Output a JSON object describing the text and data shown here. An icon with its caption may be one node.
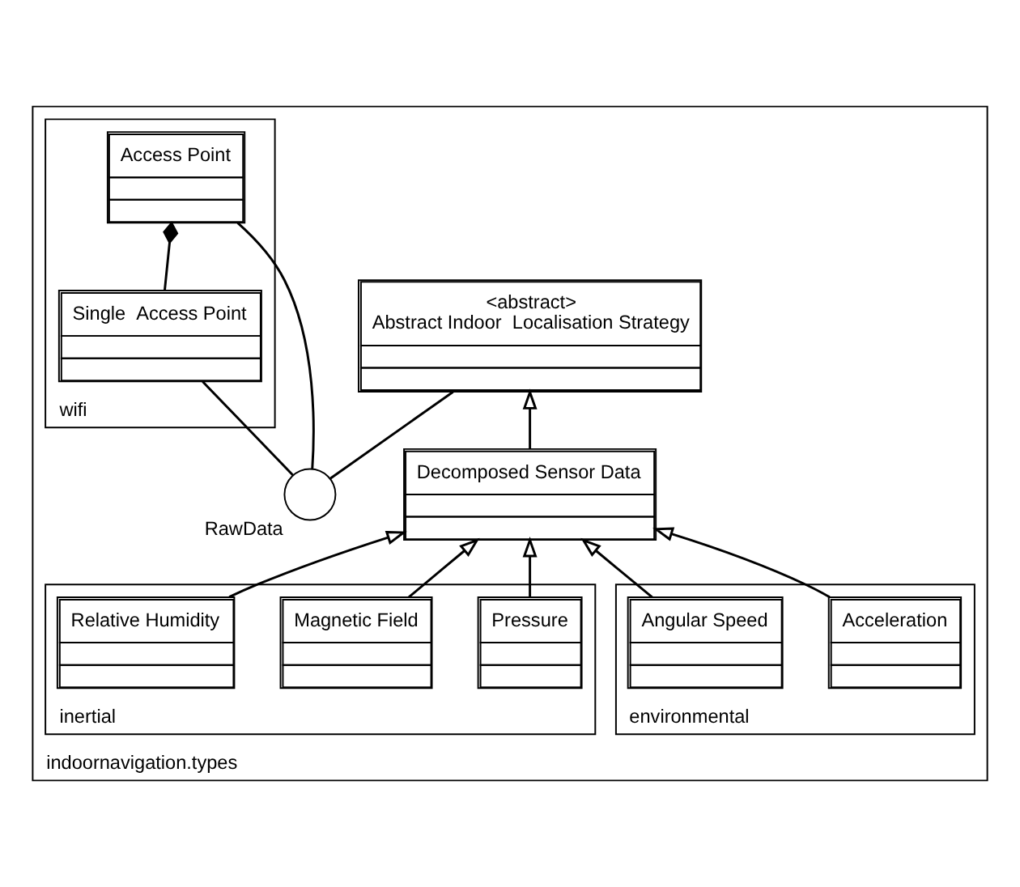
{
  "diagram": {
    "nodes": [
      {
        "text": [
          "indoornavigation.types"
        ]
      },
      {
        "text": [
          "RawData"
        ],
        "in": 0
      },
      {
        "text": [
          "wifi"
        ],
        "in": 0
      },
      {
        "text": [
          "Single  Access Point"
        ],
        "in": 2
      },
      {
        "text": [
          "Access Point"
        ],
        "in": 2
      },
      {
        "text": [
          "<abstract>",
          "Abstract Indoor  Localisation Strategy"
        ],
        "in": 0
      },
      {
        "text": [
          "environmental"
        ],
        "in": 0
      },
      {
        "text": [
          "Acceleration"
        ],
        "in": 6
      },
      {
        "text": [
          "Angular Speed"
        ],
        "in": 6
      },
      {
        "text": [
          "Decomposed Sensor Data"
        ],
        "in": 0
      },
      {
        "text": [
          "inertial"
        ],
        "in": 0
      },
      {
        "text": [
          "Pressure"
        ],
        "in": 10
      },
      {
        "text": [
          "Magnetic Field"
        ],
        "in": 10
      },
      {
        "text": [
          "Relative Humidity"
        ],
        "in": 10
      }
    ],
    "edges": [
      {
        "from": 1,
        "to": 3,
        "arrow": "none"
      },
      {
        "from": 1,
        "to": 4,
        "arrow": "none"
      },
      {
        "from": 3,
        "to": 4,
        "arrow": "other"
      },
      {
        "from": 1,
        "to": 5,
        "arrow": "none"
      },
      {
        "from": 9,
        "to": 5,
        "arrow": "to"
      },
      {
        "from": 7,
        "to": 9,
        "arrow": "to"
      },
      {
        "from": 8,
        "to": 9,
        "arrow": "to"
      },
      {
        "from": 11,
        "to": 9,
        "arrow": "to"
      },
      {
        "from": 12,
        "to": 9,
        "arrow": "to"
      },
      {
        "from": 13,
        "to": 9,
        "arrow": "to"
      }
    ]
  }
}
